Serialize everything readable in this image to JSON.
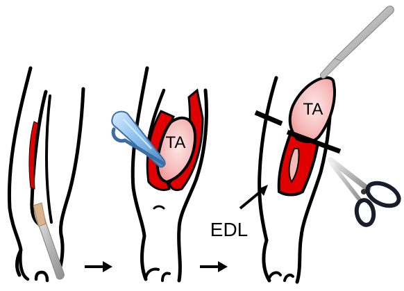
{
  "figure": {
    "labels": {
      "ta_panel2": "TA",
      "ta_panel3": "TA",
      "edl": "EDL"
    },
    "colors": {
      "outline": "#000000",
      "muscle_red": "#e00000",
      "muscle_pink": "#f6b9b9",
      "tool_steel": "#c9c9c9",
      "forceps_blue": "#6ea6d8",
      "scissors_handle": "#1b1b2a"
    },
    "icons": {
      "scalpel": "scalpel-icon",
      "forceps": "forceps-icon",
      "spatula": "spatula-icon",
      "scissors": "scissors-icon",
      "arrow": "arrow-right-icon"
    }
  }
}
